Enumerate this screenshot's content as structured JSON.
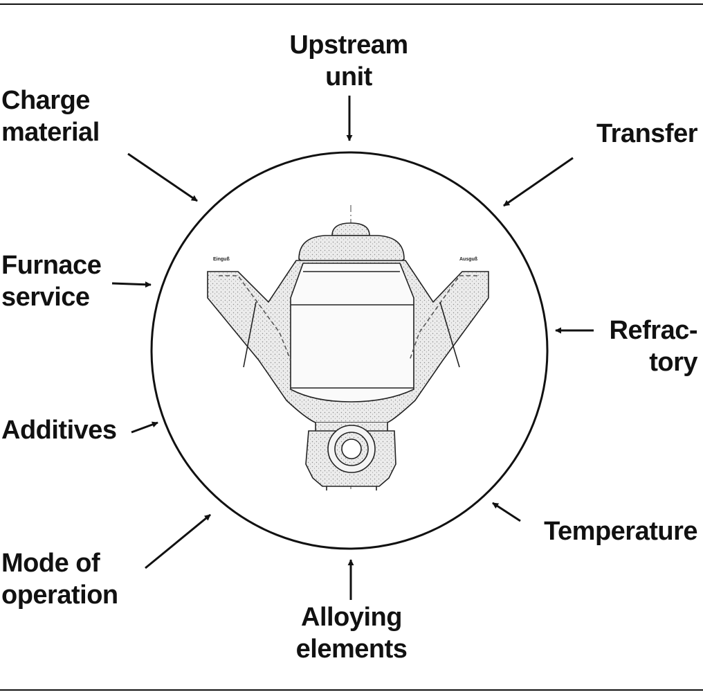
{
  "labels": {
    "upstream_unit": [
      "Upstream",
      "unit"
    ],
    "charge_material": [
      "Charge",
      "material"
    ],
    "transfer": [
      "Transfer"
    ],
    "furnace_service": [
      "Furnace",
      "service"
    ],
    "refractory": [
      "Refrac-",
      "tory"
    ],
    "additives": [
      "Additives"
    ],
    "temperature": [
      "Temperature"
    ],
    "mode_of_operation": [
      "Mode of",
      "operation"
    ],
    "alloying_elements": [
      "Alloying",
      "elements"
    ]
  },
  "furnace_drawing": {
    "inlet_label": "Einguß",
    "outlet_label": "Ausguß"
  },
  "colors": {
    "ink": "#111111",
    "refractory_fill": "#e6e6e6",
    "background": "#ffffff"
  }
}
